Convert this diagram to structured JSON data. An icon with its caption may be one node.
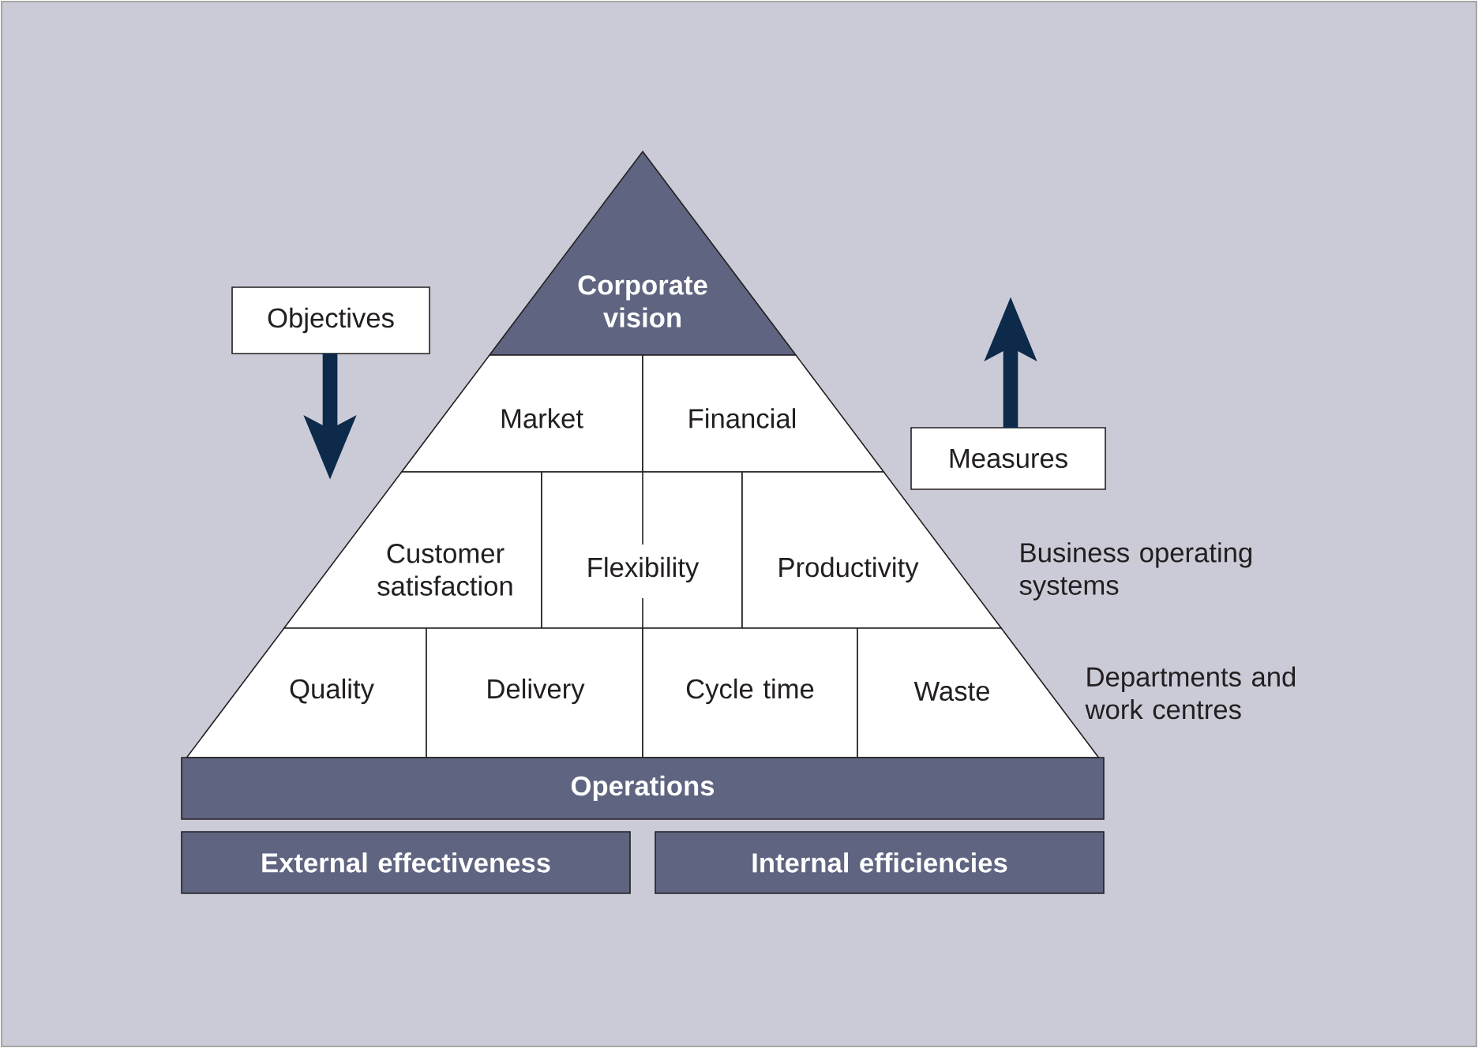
{
  "diagram": {
    "nodes": [
      {
        "text": [
          "Corporate vision"
        ]
      },
      {
        "text": [
          "Objectives"
        ]
      },
      {
        "text": [
          "Market"
        ]
      },
      {
        "text": [
          "Financial"
        ]
      },
      {
        "text": [
          "Measures"
        ]
      },
      {
        "text": [
          "Customer satisfaction"
        ]
      },
      {
        "text": [
          "Flexibility"
        ]
      },
      {
        "text": [
          "Productivity"
        ]
      },
      {
        "text": [
          "Quality"
        ]
      },
      {
        "text": [
          "Delivery"
        ]
      },
      {
        "text": [
          "Cycle time"
        ]
      },
      {
        "text": [
          "Waste"
        ]
      },
      {
        "text": [
          "Operations"
        ]
      },
      {
        "text": [
          "External effectiveness"
        ]
      },
      {
        "text": [
          "Internal efficiencies"
        ]
      }
    ],
    "edges": [
      {
        "from": 1,
        "to": null,
        "arrow": "to"
      },
      {
        "from": 4,
        "to": null,
        "arrow": "to"
      }
    ],
    "labels": [
      "Business operating systems",
      "Departments and work centres"
    ]
  }
}
